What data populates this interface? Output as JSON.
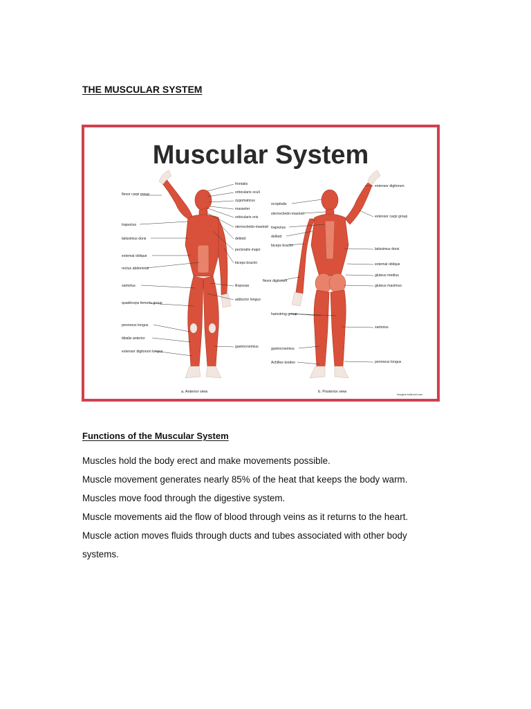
{
  "document": {
    "title": "THE MUSCULAR SYSTEM",
    "figure": {
      "heading": "Muscular System",
      "left_labels": [
        "flexor carpi group",
        "trapezius",
        "latissimus dorsi",
        "external oblique",
        "rectus abdominis",
        "sartorius",
        "quadriceps femoris group",
        "peroneus longus",
        "tibialis anterior",
        "extensor digitorum longus"
      ],
      "anterior_labels": [
        "frontalis",
        "orbicularis oculi",
        "zygomaticus",
        "masseter",
        "orbicularis oris",
        "sternocleido-mastoid",
        "deltoid",
        "pectoralis major",
        "biceps brachii",
        "iliopsoas",
        "adductor longus",
        "gastrocnemius"
      ],
      "posterior_left_labels": [
        "occipitalis",
        "sternocleido-mastoid",
        "trapezius",
        "deltoid",
        "biceps brachii",
        "flexor digitorum",
        "hamstring group",
        "gastrocnemius",
        "Achilles tendon"
      ],
      "posterior_right_labels": [
        "extensor digitorum",
        "extensor carpi group",
        "latissimus dorsi",
        "external oblique",
        "gluteus medius",
        "gluteus maximus",
        "sartorius",
        "peroneus longus"
      ],
      "caption_anterior": "a. Anterior view",
      "caption_posterior": "b. Posterior view",
      "credit": "imagine.ballucid.com"
    },
    "functions_heading": "Functions of the Muscular System",
    "functions": [
      "Muscles hold the body erect and make movements possible.",
      "Muscle movement generates nearly 85% of the heat that keeps the body warm.",
      "Muscles move food through the digestive system.",
      "Muscle movements aid the flow of blood through veins as it returns to the heart.",
      "Muscle action moves fluids through ducts and tubes associated with other body",
      "systems."
    ]
  },
  "colors": {
    "frame": "#d0404e",
    "muscle": "#d9513a",
    "tendon": "#f1e6e0"
  }
}
